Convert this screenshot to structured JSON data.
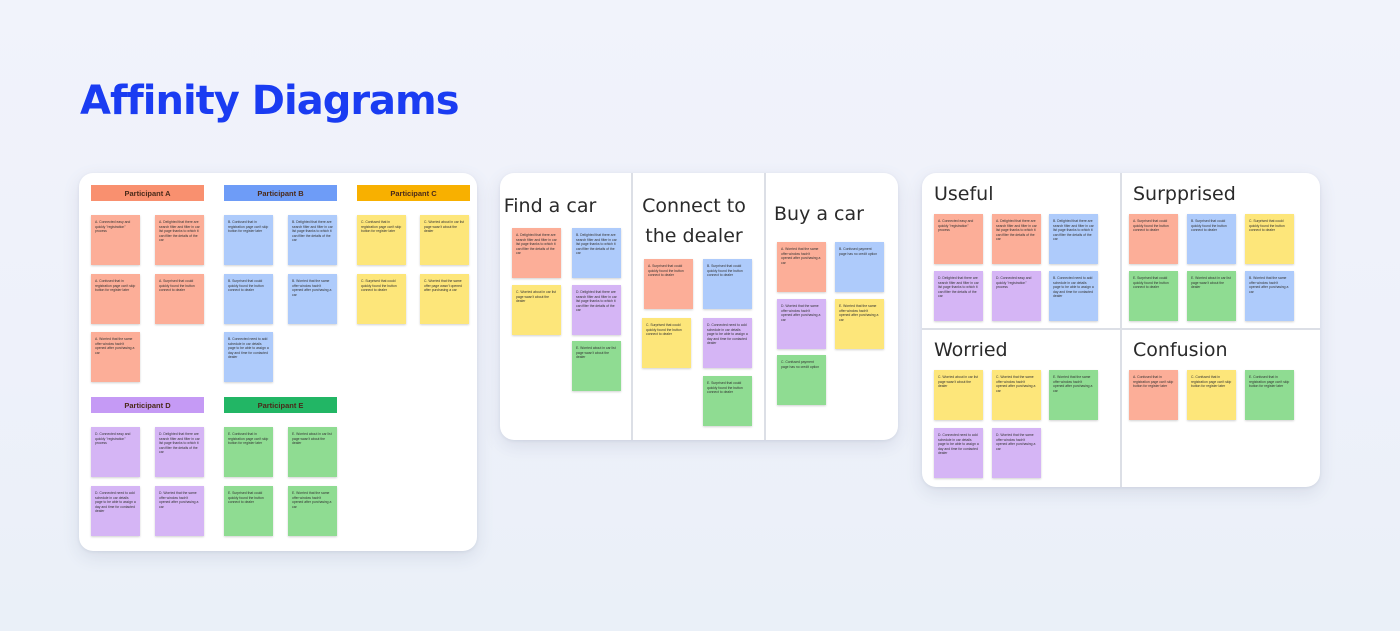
{
  "page": {
    "title": "Affinity Diagrams"
  },
  "panel1": {
    "tags": [
      {
        "label": "Participant A",
        "color": "#f9906f"
      },
      {
        "label": "Participant B",
        "color": "#6e9cf7"
      },
      {
        "label": "Participant C",
        "color": "#f8b000"
      },
      {
        "label": "Participant D",
        "color": "#c59af5"
      },
      {
        "label": "Participant E",
        "color": "#22b665"
      }
    ],
    "notes": [
      "A. Connected easy and quickly \"registration\" process",
      "A. Delighted that there are search filter and filter in car list page thanks to which it can filter the details of the car",
      "A. Confused that in registration page can't skip button for register later",
      "A. Surprised that could quickly found the button connect to dealer",
      "A. Worried that the same offer window hadn't opened after purchasing a car",
      "B. Confused that in registration page can't skip button for register later",
      "B. Delighted that there are search filter and filter in car list page thanks to which it can filter the details of the car",
      "B. Surprised that could quickly found the button connect to dealer",
      "B. Worried that the same offer window hadn't opened after purchasing a car",
      "B. Connected need to add schedule in car details page to be able to assign a day and time for contacted dealer",
      "C. Confused that in registration page can't skip button for register later",
      "C. Worried about in car list page wasn't about the dealer",
      "C. Surprised that could quickly found the button connect to dealer",
      "C. Worried that the same offer page wasn't opened after purchasing a car",
      "D. Connected easy and quickly \"registration\" process",
      "D. Delighted that there are search filter and filter in car list page thanks to which it can filter the details of the car",
      "D. Connected need to add schedule in car details page to be able to assign a day and time for contacted dealer",
      "D. Worried that the same offer window hadn't opened after purchasing a car",
      "E. Confused that in registration page can't skip button for register later",
      "E. Worried about in car list page wasn't about the dealer",
      "E. Surprised that could quickly found the button connect to dealer",
      "E. Worried that the same offer window hadn't opened after purchasing a car"
    ]
  },
  "panel2": {
    "columns": [
      "Find a car",
      "Connect to the dealer",
      "Buy a car"
    ],
    "notes": [
      "A. Delighted that there are search filter and filter in car list page thanks to which it can filter the details of the car",
      "B. Delighted that there are search filter and filter in car list page thanks to which it can filter the details of the car",
      "C. Worried about in car list page wasn't about the dealer",
      "D. Delighted that there are search filter and filter in car list page thanks to which it can filter the details of the car",
      "E. Worried about in car list page wasn't about the dealer",
      "A. Surprised that could quickly found the button connect to dealer",
      "B. Surprised that could quickly found the button connect to dealer",
      "C. Surprised that could quickly found the button connect to dealer",
      "D. Connected need to add schedule in car details page to be able to assign a day and time for contacted dealer",
      "E. Surprised that could quickly found the button connect to dealer",
      "A. Worried that the same offer window hadn't opened after purchasing a car",
      "B. Confused payment page has no credit option",
      "D. Worried that the same offer window hadn't opened after purchasing a car",
      "E. Worried that the same offer window hadn't opened after purchasing a car",
      "C. Confused payment page has no credit option"
    ]
  },
  "panel3": {
    "groups": [
      "Useful",
      "Surpprised",
      "Worried",
      "Confusion"
    ],
    "notes": [
      "A. Connected easy and quickly \"registration\" process",
      "A. Delighted that there are search filter and filter in car list page thanks to which it can filter the details of the car",
      "B. Delighted that there are search filter and filter in car list page thanks to which it can filter the details of the car",
      "D. Delighted that there are search filter and filter in car list page thanks to which it can filter the details of the car",
      "D. Connected easy and quickly \"registration\" process",
      "B. Connected need to add schedule in car details page to be able to assign a day and time for contacted dealer",
      "A. Surprised that could quickly found the button connect to dealer",
      "B. Surprised that could quickly found the button connect to dealer",
      "C. Surprised that could quickly found the button connect to dealer",
      "E. Surprised that could quickly found the button connect to dealer",
      "E. Worried about in car list page wasn't about the dealer",
      "B. Worried that the same offer window hadn't opened after purchasing a car",
      "C. Worried about in car list page wasn't about the dealer",
      "C. Worried that the same offer window hadn't opened after purchasing a car",
      "E. Worried that the same offer window hadn't opened after purchasing a car",
      "D. Connected need to add schedule in car details page to be able to assign a day and time for contacted dealer",
      "D. Worried that the same offer window hadn't opened after purchasing a car",
      "A. Confused that in registration page can't skip button for register later",
      "C. Confused that in registration page can't skip button for register later",
      "E. Confused that in registration page can't skip button for register later"
    ]
  }
}
